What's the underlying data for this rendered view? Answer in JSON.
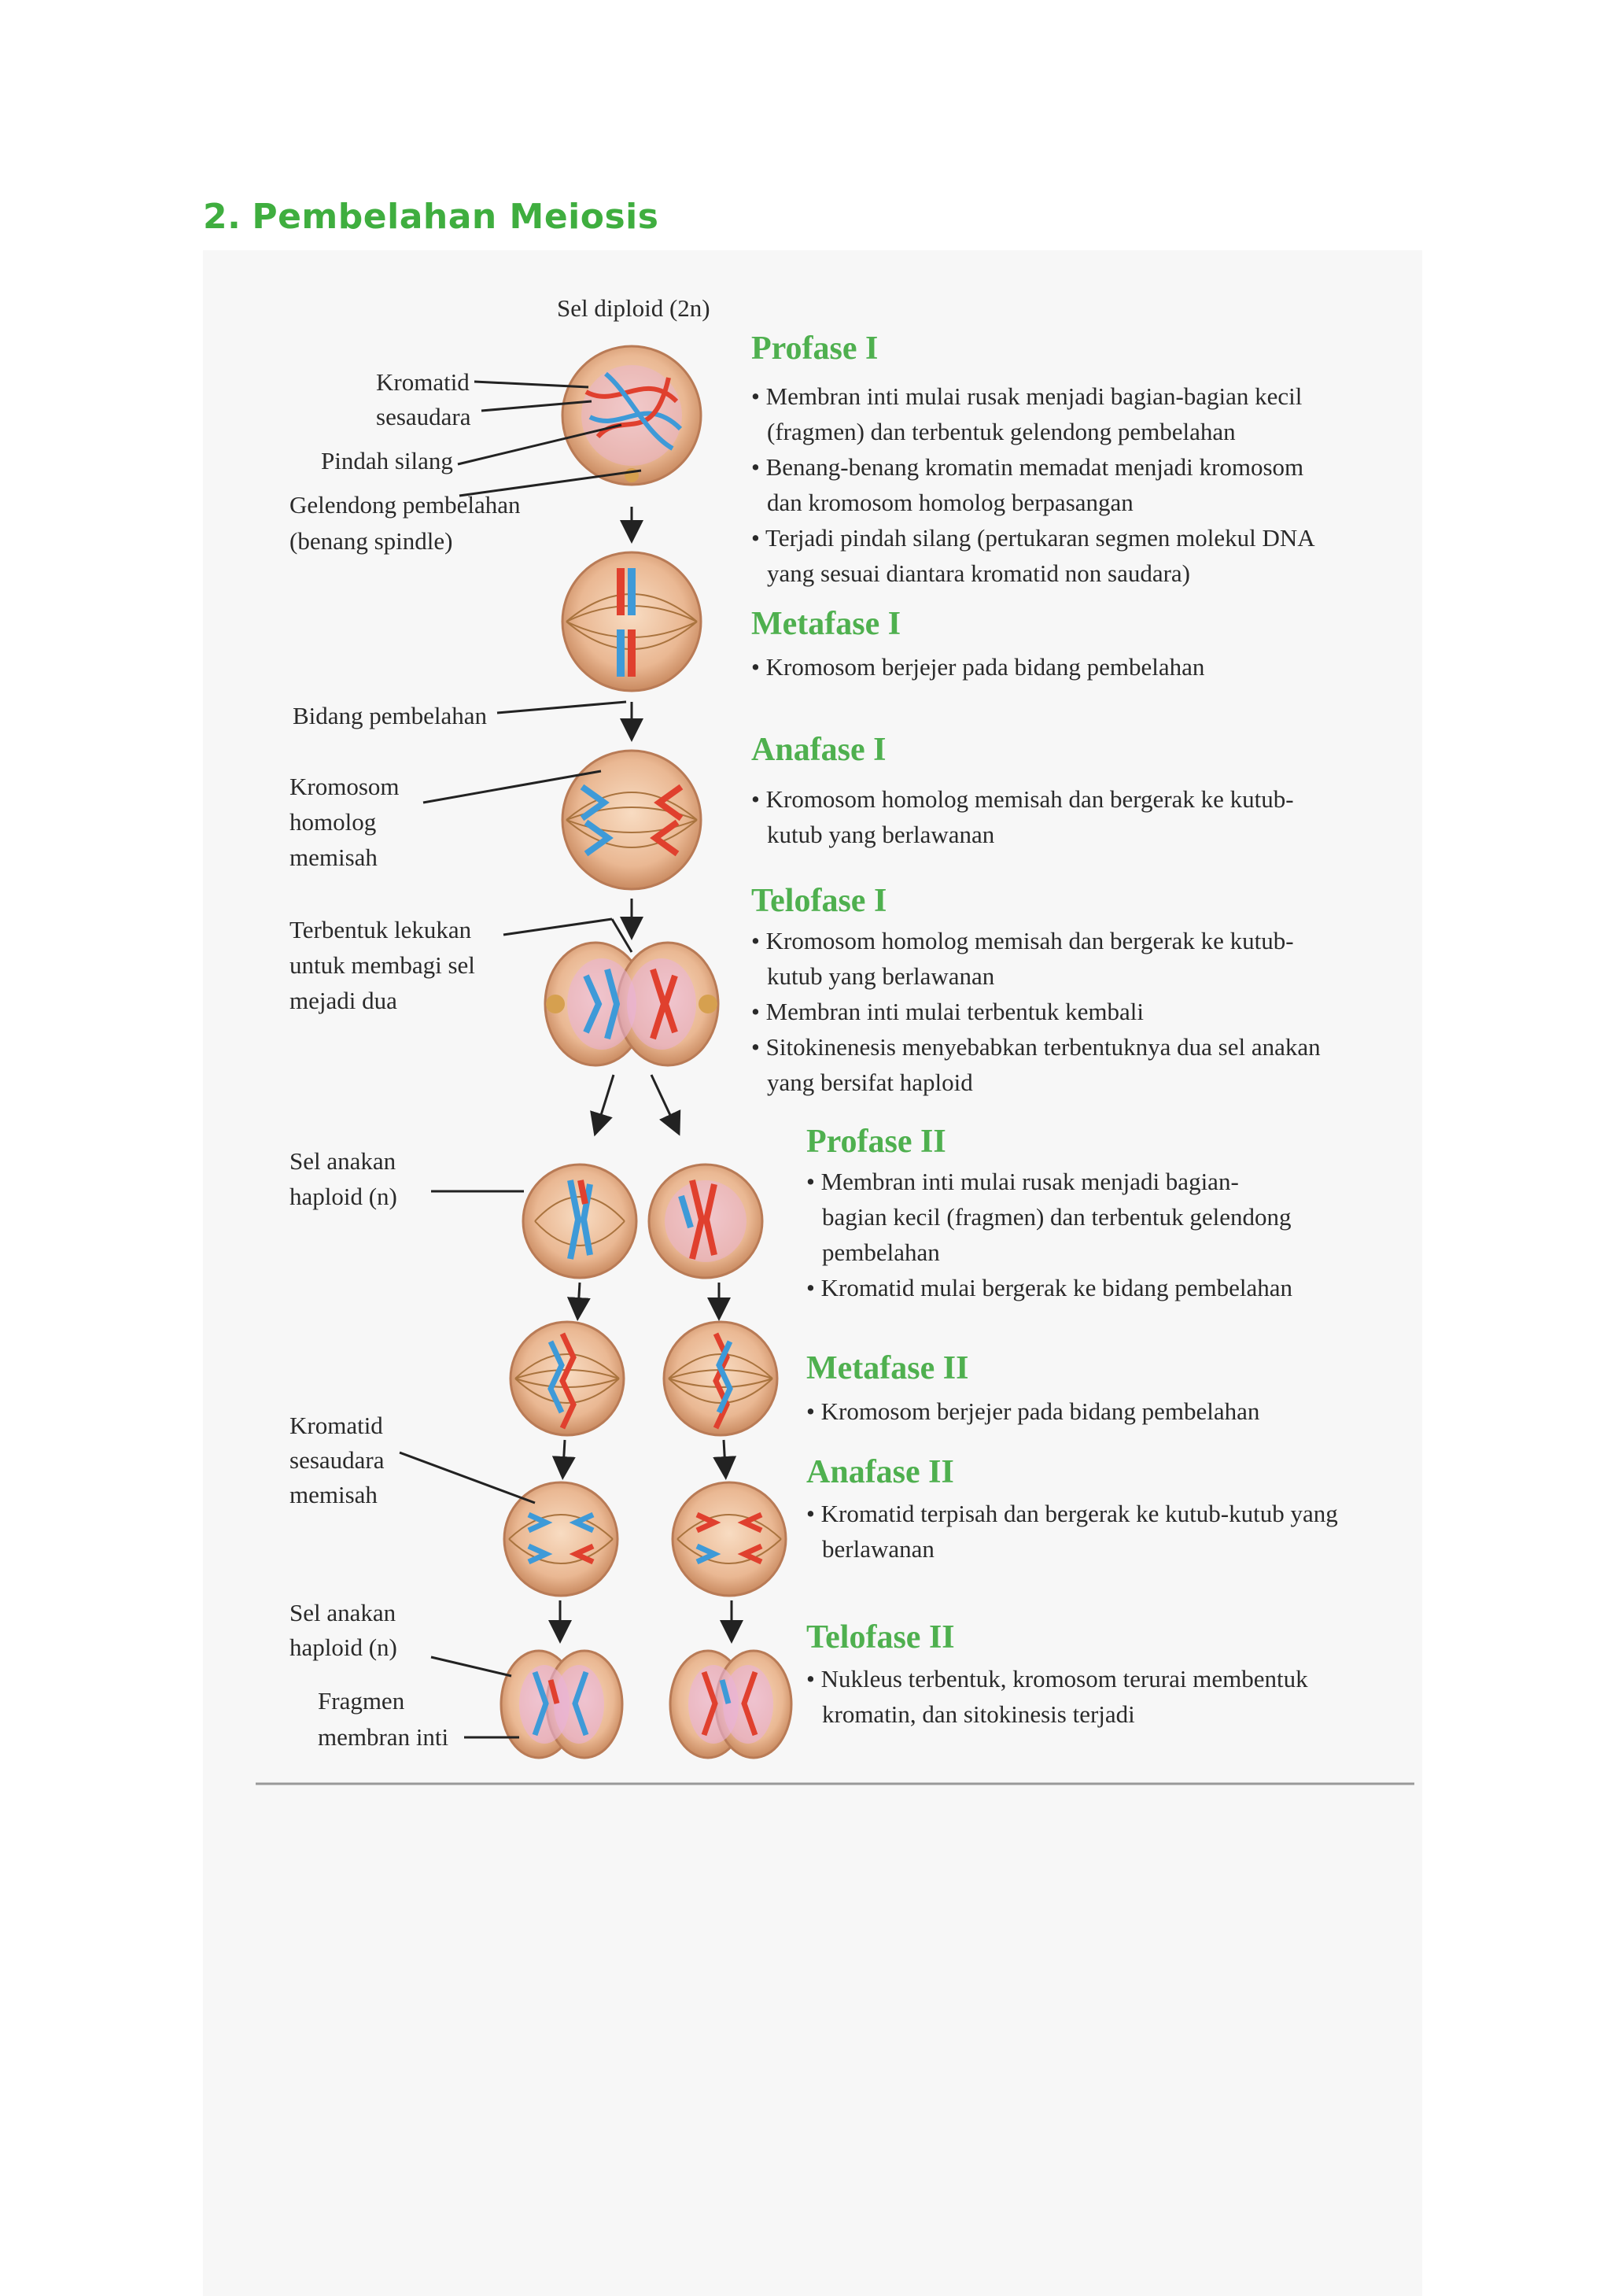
{
  "heading": {
    "number": "2.",
    "text": "Pembelahan Meiosis"
  },
  "colors": {
    "heading": "#3fae3f",
    "stage_title": "#4fb04f",
    "cell": "#eab893",
    "cell_edge": "#b97b56",
    "chrom_red": "#e0402e",
    "chrom_blue": "#3e9ad8",
    "nucleus": "#e8a8d8",
    "spindle": "#a9733e"
  },
  "labels": {
    "top": "Sel diploid (2n)",
    "kromatid_1": "Kromatid",
    "kromatid_2": "sesaudara",
    "pindah_silang": "Pindah silang",
    "gelendong_1": "Gelendong pembelahan",
    "gelendong_2": "(benang spindle)",
    "bidang": "Bidang pembelahan",
    "homolog_1": "Kromosom",
    "homolog_2": "homolog",
    "homolog_3": "memisah",
    "lekukan_1": "Terbentuk lekukan",
    "lekukan_2": "untuk membagi sel",
    "lekukan_3": "mejadi dua",
    "haploid_a1": "Sel anakan",
    "haploid_a2": "haploid (n)",
    "kromatid_m1": "Kromatid",
    "kromatid_m2": "sesaudara",
    "kromatid_m3": "memisah",
    "haploid_b1": "Sel anakan",
    "haploid_b2": "haploid (n)",
    "fragmen_1": "Fragmen",
    "fragmen_2": "membran inti"
  },
  "stages": {
    "profase1": {
      "title": "Profase I",
      "lines": [
        "• Membran inti mulai rusak menjadi bagian-bagian kecil",
        "(fragmen) dan terbentuk gelendong pembelahan",
        "• Benang-benang kromatin memadat menjadi kromosom",
        "dan kromosom homolog berpasangan",
        "• Terjadi pindah silang (pertukaran segmen molekul DNA",
        "yang sesuai diantara kromatid non saudara)"
      ]
    },
    "metafase1": {
      "title": "Metafase I",
      "lines": [
        "• Kromosom berjejer pada bidang pembelahan"
      ]
    },
    "anafase1": {
      "title": "Anafase I",
      "lines": [
        "• Kromosom homolog memisah dan bergerak ke kutub-",
        "kutub yang berlawanan"
      ]
    },
    "telofase1": {
      "title": "Telofase I",
      "lines": [
        "• Kromosom homolog memisah dan bergerak ke kutub-",
        "kutub yang berlawanan",
        "• Membran inti mulai terbentuk kembali",
        "• Sitokinenesis menyebabkan terbentuknya dua sel anakan",
        "yang bersifat haploid"
      ]
    },
    "profase2": {
      "title": "Profase II",
      "lines": [
        "• Membran inti mulai rusak menjadi bagian-",
        "bagian kecil (fragmen) dan terbentuk gelendong",
        "pembelahan",
        "• Kromatid mulai bergerak ke bidang pembelahan"
      ]
    },
    "metafase2": {
      "title": "Metafase II",
      "lines": [
        "• Kromosom berjejer pada bidang pembelahan"
      ]
    },
    "anafase2": {
      "title": "Anafase II",
      "lines": [
        "• Kromatid terpisah dan bergerak ke kutub-kutub yang",
        "berlawanan"
      ]
    },
    "telofase2": {
      "title": "Telofase II",
      "lines": [
        "• Nukleus terbentuk, kromosom terurai membentuk",
        "kromatin, dan sitokinesis terjadi"
      ]
    }
  }
}
